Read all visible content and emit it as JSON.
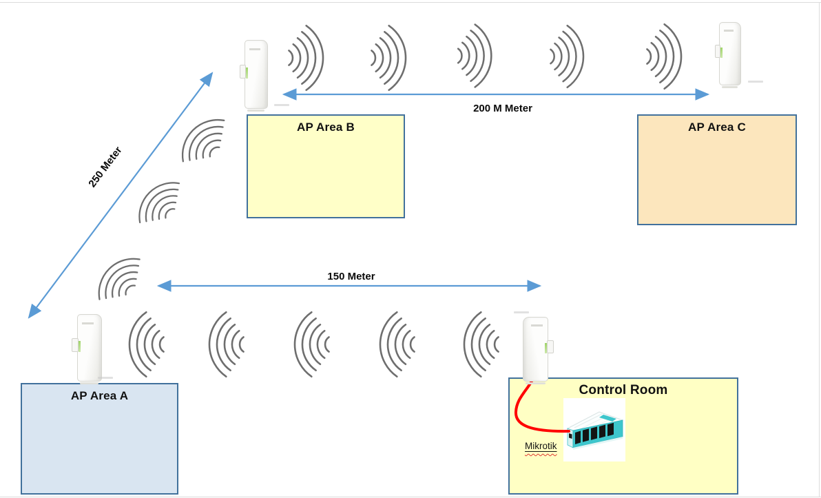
{
  "diagram": {
    "title_hint": "Point-to-point wireless AP network layout",
    "areas": {
      "a": {
        "label": "AP Area A",
        "fill": "#D9E5F1"
      },
      "b": {
        "label": "AP Area B",
        "fill": "#FFFFC8"
      },
      "c": {
        "label": "AP Area C",
        "fill": "#FCE6BD"
      },
      "control_room": {
        "label": "Control Room",
        "fill": "#FFFFC4"
      }
    },
    "distances": {
      "a_to_b": "250 Meter",
      "b_to_c": "200 M Meter",
      "a_to_control_room": "150 Meter"
    },
    "router_label": "Mikrotik",
    "devices": {
      "access_points": [
        {
          "id": "ap-near-area-b",
          "type": "outdoor CPE access point"
        },
        {
          "id": "ap-near-area-c",
          "type": "outdoor CPE access point"
        },
        {
          "id": "ap-near-area-a",
          "type": "outdoor CPE access point"
        },
        {
          "id": "ap-control-room",
          "type": "outdoor CPE access point"
        }
      ],
      "router": {
        "id": "mikrotik-router",
        "type": "Mikrotik ethernet router"
      }
    },
    "colors": {
      "arrow_blue": "#5B9BD5",
      "box_border": "#41719C",
      "wifi_gray": "#6E6E6E",
      "cable_red": "#FF0000",
      "router_teal": "#3EC6CC"
    }
  }
}
